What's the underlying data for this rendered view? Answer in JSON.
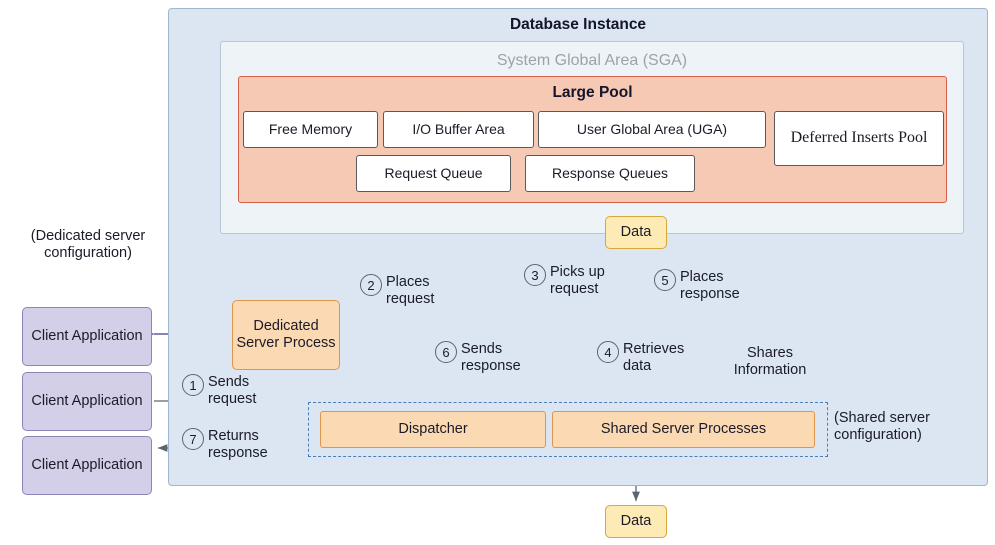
{
  "diagram": {
    "title": "Database Instance",
    "sga_title": "System Global Area (SGA)",
    "large_pool_title": "Large Pool",
    "pool_boxes": [
      {
        "id": "free-memory",
        "label": "Free Memory"
      },
      {
        "id": "io-buffer-area",
        "label": "I/O Buffer Area"
      },
      {
        "id": "user-global-area",
        "label": "User Global Area (UGA)"
      },
      {
        "id": "deferred-inserts-pool",
        "label": "Deferred Inserts Pool"
      },
      {
        "id": "request-queue",
        "label": "Request Queue"
      },
      {
        "id": "response-queues",
        "label": "Response Queues"
      }
    ],
    "data_top": "Data",
    "data_bottom": "Data",
    "dedicated_server_process": "Dedicated Server Process",
    "dedicated_config_note": "(Dedicated server configuration)",
    "shared_config_note": "(Shared server configuration)",
    "dispatcher": "Dispatcher",
    "shared_server_processes": "Shared Server Processes",
    "clients": [
      {
        "label": "Client Application"
      },
      {
        "label": "Client Application"
      },
      {
        "label": "Client Application"
      }
    ],
    "steps": [
      {
        "num": "1",
        "text": "Sends request"
      },
      {
        "num": "2",
        "text": "Places request"
      },
      {
        "num": "3",
        "text": "Picks up request"
      },
      {
        "num": "4",
        "text": "Retrieves data"
      },
      {
        "num": "5",
        "text": "Places response"
      },
      {
        "num": "6",
        "text": "Sends response"
      },
      {
        "num": "7",
        "text": "Returns response"
      }
    ],
    "shares_information": "Shares Information",
    "colors": {
      "instance_bg": "#dce6f2",
      "sga_bg": "#eef3f8",
      "large_pool_bg": "#f5c9b4",
      "large_pool_border": "#d4614a",
      "process_bg": "#fbd9b3",
      "process_border": "#e0954c",
      "client_bg": "#d3cfe8",
      "client_border": "#8b86b5",
      "data_bg": "#fdeab5",
      "data_border": "#d6a93a",
      "dashed_border": "#4a7fb5",
      "wire": "#5c6470",
      "client_wire": "#3b3b8f"
    }
  }
}
